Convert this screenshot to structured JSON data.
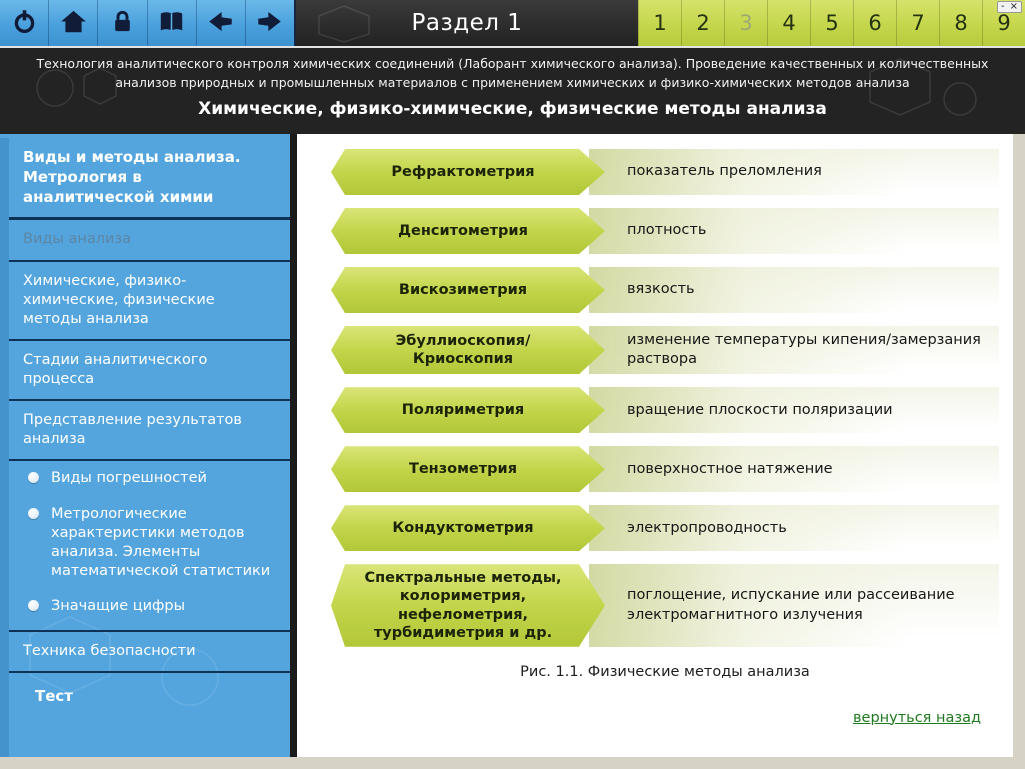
{
  "window": {
    "minimize_label": "-",
    "close_label": "×"
  },
  "toolbar": {
    "section_title": "Раздел 1",
    "icons": [
      "power-icon",
      "home-icon",
      "lock-icon",
      "book-icon",
      "back-arrow-icon",
      "forward-arrow-icon"
    ],
    "numbers": [
      {
        "label": "1"
      },
      {
        "label": "2"
      },
      {
        "label": "3",
        "dimmed": true
      },
      {
        "label": "4"
      },
      {
        "label": "5"
      },
      {
        "label": "6"
      },
      {
        "label": "7"
      },
      {
        "label": "8"
      },
      {
        "label": "9"
      }
    ]
  },
  "header": {
    "description": "Технология аналитического контроля химических соединений (Лаборант химического анализа). Проведение качественных и количественных анализов природных и промышленных материалов с применением химических и физико-химических методов анализа",
    "subtitle": "Химические, физико-химические, физические методы анализа"
  },
  "sidebar": {
    "items": [
      {
        "type": "header",
        "label": "Виды и методы анализа. Метрология в аналитической химии"
      },
      {
        "type": "item",
        "label": "Виды анализа",
        "dimmed": true
      },
      {
        "type": "item",
        "label": "Химические, физико-химические, физические методы анализа"
      },
      {
        "type": "item",
        "label": "Стадии аналитического процесса"
      },
      {
        "type": "item",
        "label": "Представление результатов анализа"
      },
      {
        "type": "bullet",
        "label": "Виды погрешностей"
      },
      {
        "type": "bullet",
        "label": "Метрологические характеристики методов анализа. Элементы математической статистики"
      },
      {
        "type": "bullet",
        "label": "Значащие цифры"
      },
      {
        "type": "item",
        "label": "Техника безопасности",
        "topline": true
      },
      {
        "type": "bold",
        "label": "Тест"
      }
    ]
  },
  "main": {
    "rows": [
      {
        "label": "Рефрактометрия",
        "desc": "показатель преломления"
      },
      {
        "label": "Денситометрия",
        "desc": "плотность"
      },
      {
        "label": "Вискозиметрия",
        "desc": "вязкость"
      },
      {
        "label": "Эбуллиоскопия/\nКриоскопия",
        "desc": "изменение температуры кипения/замерзания раствора"
      },
      {
        "label": "Поляриметрия",
        "desc": "вращение плоскости поляризации"
      },
      {
        "label": "Тензометрия",
        "desc": "поверхностное натяжение"
      },
      {
        "label": "Кондуктометрия",
        "desc": "электропроводность"
      },
      {
        "label": "Спектральные методы, колориметрия, нефелометрия, турбидиметрия и др.",
        "desc": "поглощение, испускание или рассеивание электромагнитного излучения"
      }
    ],
    "caption": "Рис. 1.1. Физические методы анализа",
    "back_link": "вернуться назад"
  }
}
